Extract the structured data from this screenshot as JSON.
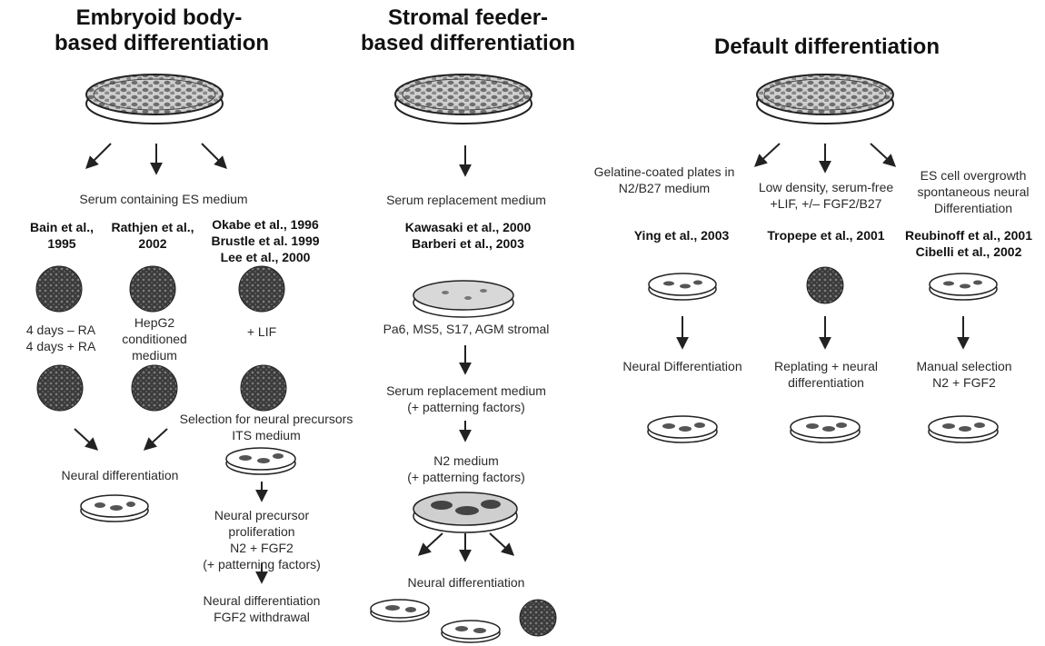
{
  "columns": {
    "embryoid": {
      "heading": [
        "Embryoid body-",
        "based differentiation"
      ],
      "medium": "Serum containing ES medium",
      "refs_a": [
        "Bain et al.,",
        "1995"
      ],
      "refs_b": [
        "Rathjen et al.,",
        "2002"
      ],
      "refs_c": [
        "Okabe et al., 1996",
        "Brustle et al. 1999",
        "Lee et al., 2000"
      ],
      "cond_a": [
        "4 days – RA",
        "4 days + RA"
      ],
      "cond_b": [
        "HepG2",
        "conditioned",
        "medium"
      ],
      "cond_c": [
        "+ LIF"
      ],
      "selection": [
        "Selection for neural precursors",
        "ITS medium"
      ],
      "neural_diff": "Neural differentiation",
      "precursor": [
        "Neural precursor",
        "proliferation",
        "N2 + FGF2",
        "(+ patterning factors)"
      ],
      "final": [
        "Neural differentiation",
        "FGF2 withdrawal"
      ]
    },
    "stromal": {
      "heading": [
        "Stromal feeder-",
        "based differentiation"
      ],
      "medium": "Serum replacement medium",
      "refs": [
        "Kawasaki et al., 2000",
        "Barberi et al., 2003"
      ],
      "stroma": "Pa6, MS5, S17, AGM stromal",
      "patterning": [
        "Serum replacement medium",
        "(+ patterning factors)"
      ],
      "n2": [
        "N2 medium",
        "(+ patterning factors)"
      ],
      "final": "Neural differentiation"
    },
    "default": {
      "heading": [
        "Default differentiation"
      ],
      "cond_a": [
        "Gelatine-coated plates in",
        "N2/B27 medium"
      ],
      "cond_b": [
        "Low density, serum-free",
        "+LIF, +/– FGF2/B27"
      ],
      "cond_c": [
        "ES cell overgrowth",
        "spontaneous neural",
        "Differentiation"
      ],
      "refs_a": [
        "Ying et al., 2003"
      ],
      "refs_b": [
        "Tropepe et al., 2001"
      ],
      "refs_c": [
        "Reubinoff et al., 2001",
        "Cibelli et al., 2002"
      ],
      "step_a": [
        "Neural Differentiation"
      ],
      "step_b": [
        "Replating + neural",
        "differentiation"
      ],
      "step_c": [
        "Manual selection",
        "N2 + FGF2"
      ]
    }
  }
}
